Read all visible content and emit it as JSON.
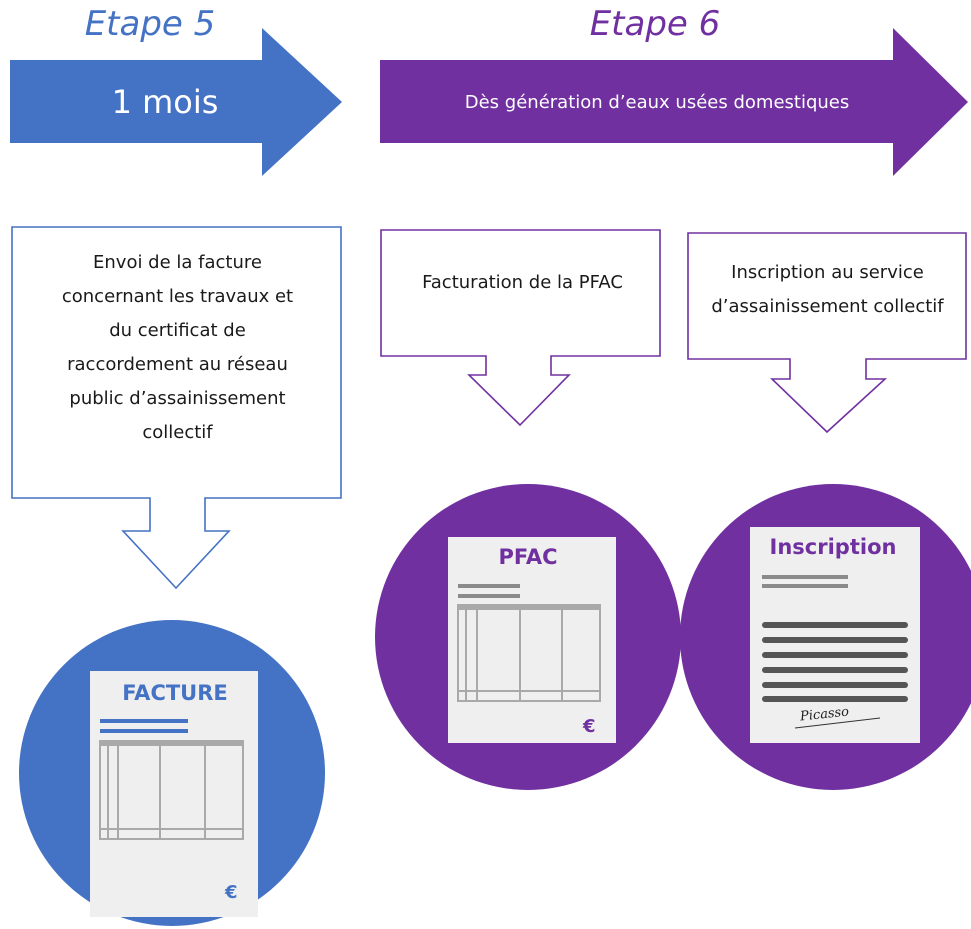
{
  "step5": {
    "title": "Etape 5",
    "arrow_label": "1 mois",
    "callout": "Envoi de la facture concernant les travaux et du certificat de raccordement au réseau public d’assainissement collectif",
    "document": {
      "title": "FACTURE",
      "currency": "€"
    }
  },
  "step6": {
    "title": "Etape 6",
    "arrow_label": "Dès génération d’eaux usées domestiques",
    "callouts": [
      {
        "text": "Facturation de la PFAC",
        "document": {
          "title": "PFAC",
          "currency": "€"
        }
      },
      {
        "text": "Inscription au service d’assainissement collectif",
        "document": {
          "title": "Inscription",
          "signature": "Picasso"
        }
      }
    ]
  },
  "colors": {
    "step5_blue": "#4472c4",
    "step6_purple": "#7030a0",
    "doc_gray": "#9a9a9a",
    "doc_bg": "#efefef"
  }
}
